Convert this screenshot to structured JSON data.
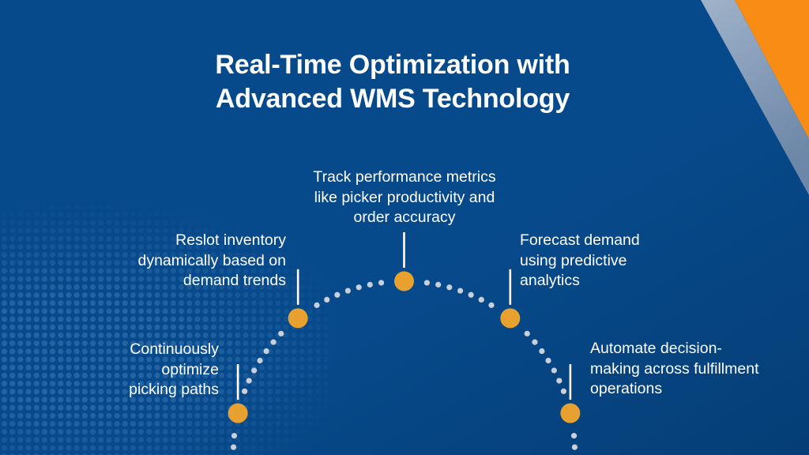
{
  "slide": {
    "title_line1": "Real-Time Optimization with",
    "title_line2": "Advanced WMS Technology"
  },
  "steps": [
    {
      "id": "optimize-picking-paths",
      "lines": [
        "Continuously",
        "optimize",
        "picking paths"
      ]
    },
    {
      "id": "reslot-inventory",
      "lines": [
        "Reslot inventory",
        "dynamically based on",
        "demand trends"
      ]
    },
    {
      "id": "track-performance-metrics",
      "lines": [
        "Track performance metrics",
        "like picker productivity and",
        "order accuracy"
      ]
    },
    {
      "id": "forecast-demand",
      "lines": [
        "Forecast demand",
        "using predictive",
        "analytics"
      ]
    },
    {
      "id": "automate-decision-making",
      "lines": [
        "Automate decision-",
        "making across fulfillment",
        "operations"
      ]
    }
  ],
  "colors": {
    "background": "#074a8c",
    "background_deep": "#053e76",
    "title_text": "#ffffff",
    "label_text": "#ffffff",
    "marker_orange": "#e8a02f",
    "arc_dot": "#c9d0d9",
    "connector_white": "#ffffff",
    "corner_orange": "#f88c15",
    "corner_stripe_top": "#9fb2c9",
    "corner_stripe_bottom": "#6d87a8",
    "halftone_dot": "#6098D257"
  }
}
